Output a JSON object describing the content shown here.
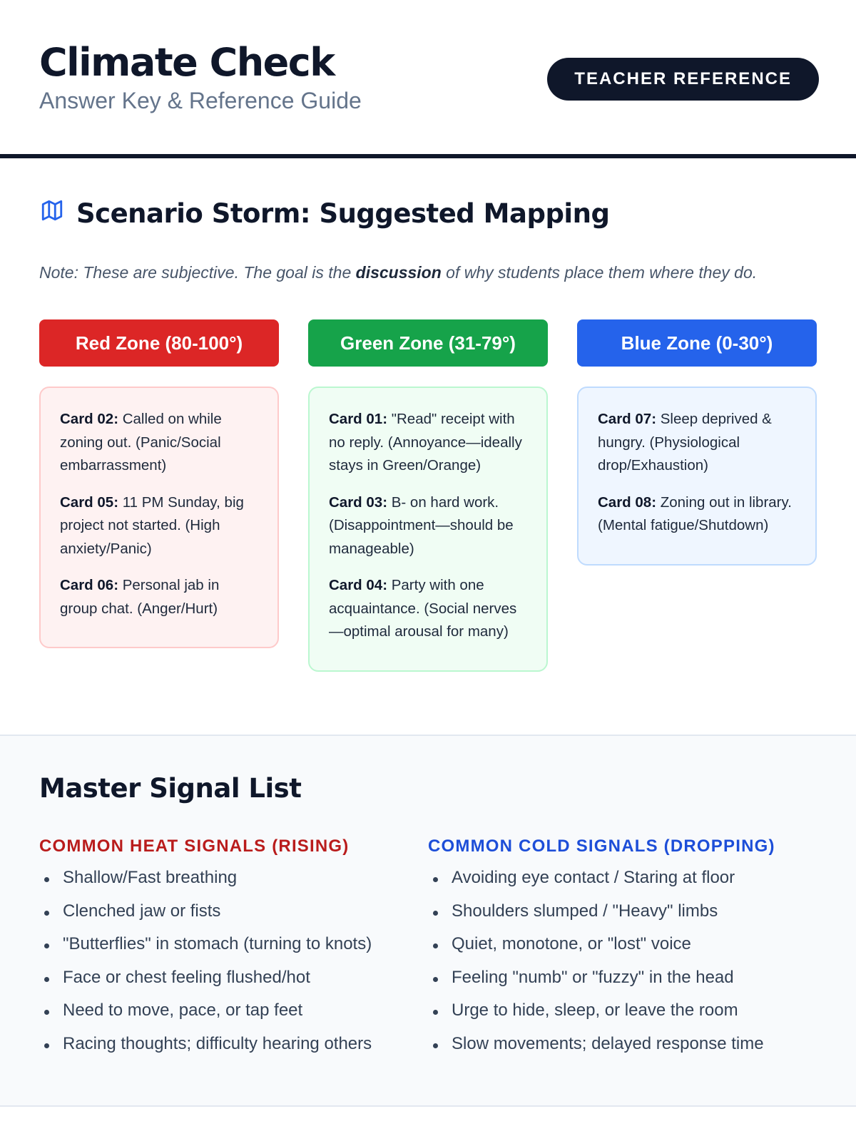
{
  "header": {
    "title": "Climate Check",
    "subtitle": "Answer Key & Reference Guide",
    "badge": "TEACHER REFERENCE"
  },
  "scenario": {
    "title": "Scenario Storm: Suggested Mapping",
    "note_pre": "Note: These are subjective. The goal is the ",
    "note_em": "discussion",
    "note_post": " of why students place them where they do.",
    "zones": [
      {
        "label": "Red Zone (80-100°)",
        "color": "#dc2626",
        "cards": [
          {
            "id": "Card 02:",
            "text": " Called on while zoning out. (Panic/Social embarrassment)"
          },
          {
            "id": "Card 05:",
            "text": " 11 PM Sunday, big project not started. (High anxiety/Panic)"
          },
          {
            "id": "Card 06:",
            "text": " Personal jab in group chat. (Anger/Hurt)"
          }
        ]
      },
      {
        "label": "Green Zone (31-79°)",
        "color": "#16a34a",
        "cards": [
          {
            "id": "Card 01:",
            "text": " \"Read\" receipt with no reply. (Annoyance—ideally stays in Green/Orange)"
          },
          {
            "id": "Card 03:",
            "text": " B- on hard work. (Disappointment—should be manageable)"
          },
          {
            "id": "Card 04:",
            "text": " Party with one acquaintance. (Social nerves—optimal arousal for many)"
          }
        ]
      },
      {
        "label": "Blue Zone (0-30°)",
        "color": "#2563eb",
        "cards": [
          {
            "id": "Card 07:",
            "text": " Sleep deprived & hungry. (Physiological drop/Exhaustion)"
          },
          {
            "id": "Card 08:",
            "text": " Zoning out in library. (Mental fatigue/Shutdown)"
          }
        ]
      }
    ]
  },
  "signals": {
    "title": "Master Signal List",
    "heat": {
      "heading": "COMMON HEAT SIGNALS (RISING)",
      "items": [
        "Shallow/Fast breathing",
        "Clenched jaw or fists",
        "\"Butterflies\" in stomach (turning to knots)",
        "Face or chest feeling flushed/hot",
        "Need to move, pace, or tap feet",
        "Racing thoughts; difficulty hearing others"
      ]
    },
    "cold": {
      "heading": "COMMON COLD SIGNALS (DROPPING)",
      "items": [
        "Avoiding eye contact / Staring at floor",
        "Shoulders slumped / \"Heavy\" limbs",
        "Quiet, monotone, or \"lost\" voice",
        "Feeling \"numb\" or \"fuzzy\" in the head",
        "Urge to hide, sleep, or leave the room",
        "Slow movements; delayed response time"
      ]
    }
  }
}
